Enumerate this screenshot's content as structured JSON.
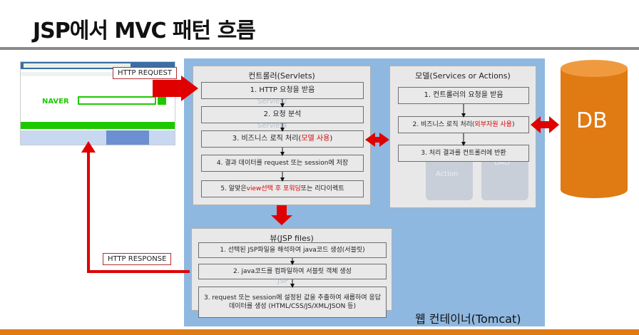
{
  "title": "JSP에서 MVC 패턴 흐름",
  "request_label": "HTTP REQUEST",
  "response_label": "HTTP RESPONSE",
  "container_label": "웹 컨테이너(Tomcat)",
  "browser": {
    "logo": "NAVER"
  },
  "controller": {
    "title": "컨트롤러(Servlets)",
    "ghost": [
      "Servlet2",
      "Servlet4"
    ],
    "steps": [
      {
        "pre": "1. HTTP 요청을 받음",
        "hl": "",
        "post": ""
      },
      {
        "pre": "2. 요청 분석",
        "hl": "",
        "post": ""
      },
      {
        "pre": "3. 비즈니스 로직 처리(",
        "hl": "모델 사용",
        "post": ")"
      },
      {
        "pre": "4. 결과 데이터를 request 또는 session에 저장",
        "hl": "",
        "post": ""
      },
      {
        "pre": "5. 알맞은 ",
        "hl": "view선택 후 포워딩",
        "post": " 또는 리다이렉트"
      }
    ]
  },
  "model": {
    "title": "모델(Services or Actions)",
    "ghost": [
      "Action",
      "DAO"
    ],
    "steps": [
      {
        "pre": "1. 컨트롤러의 요청을 받음",
        "hl": "",
        "post": ""
      },
      {
        "pre": "2. 비즈니스 로직 처리(",
        "hl": "외부자원 사용",
        "post": ")"
      },
      {
        "pre": "3. 처리 결과를 컨트롤러에 반환",
        "hl": "",
        "post": ""
      }
    ]
  },
  "view": {
    "title": "뷰(JSP files)",
    "ghost": [
      "JSP"
    ],
    "steps": [
      {
        "text": "1. 선택된 JSP파일을 해석하여 java코드 생성(서블릿)"
      },
      {
        "text": "2. java코드를 컴파일하여 서블릿 객체 생성"
      },
      {
        "text": "3. request 또는 session에 설정된 값을 추출하여 새롭하여 응답 데이터를 생성 (HTML/CSS/JS/XML/JSON 등)"
      }
    ]
  },
  "db_label": "DB",
  "colors": {
    "arrow": "#e00000",
    "container": "#8fb8e0",
    "db": "#e07a12",
    "accent": "#e07a12"
  }
}
